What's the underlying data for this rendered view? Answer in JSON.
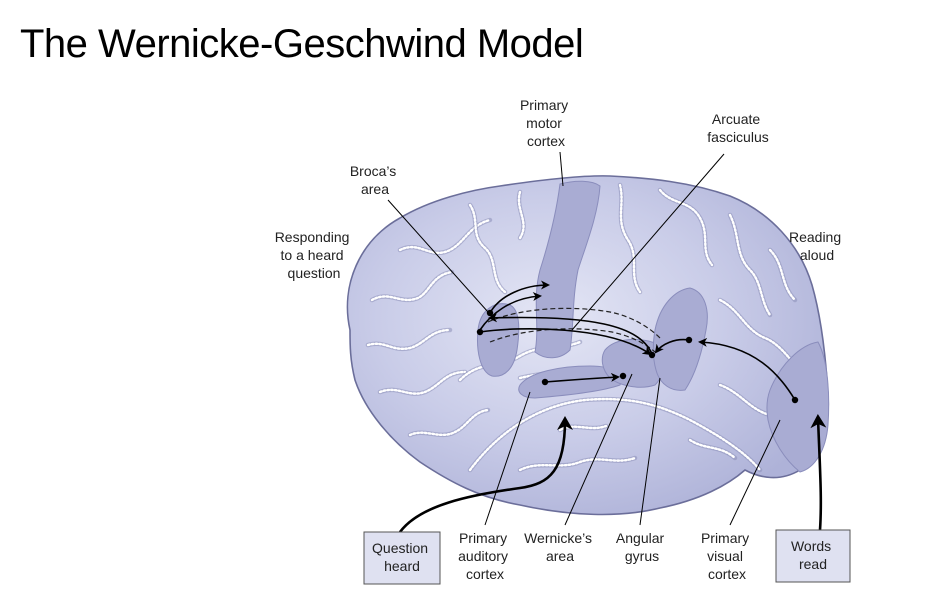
{
  "title": "The Wernicke-Geschwind Model",
  "labels": {
    "primary_motor_cortex": [
      "Primary",
      "motor",
      "cortex"
    ],
    "arcuate_fasciculus": [
      "Arcuate",
      "fasciculus"
    ],
    "brocas_area": [
      "Broca’s",
      "area"
    ],
    "responding": [
      "Responding",
      "to a heard",
      "question"
    ],
    "reading_aloud": [
      "Reading",
      "aloud"
    ],
    "question_heard": [
      "Question",
      "heard"
    ],
    "primary_auditory_cortex": [
      "Primary",
      "auditory",
      "cortex"
    ],
    "wernickes_area": [
      "Wernicke’s",
      "area"
    ],
    "angular_gyrus": [
      "Angular",
      "gyrus"
    ],
    "primary_visual_cortex": [
      "Primary",
      "visual",
      "cortex"
    ],
    "words_read": [
      "Words",
      "read"
    ]
  },
  "colors": {
    "brain_fill": "#c6c9e6",
    "brain_outline": "#6b6e9a",
    "region_fill": "#a9acd3",
    "box_fill": "#dfe1f1"
  }
}
